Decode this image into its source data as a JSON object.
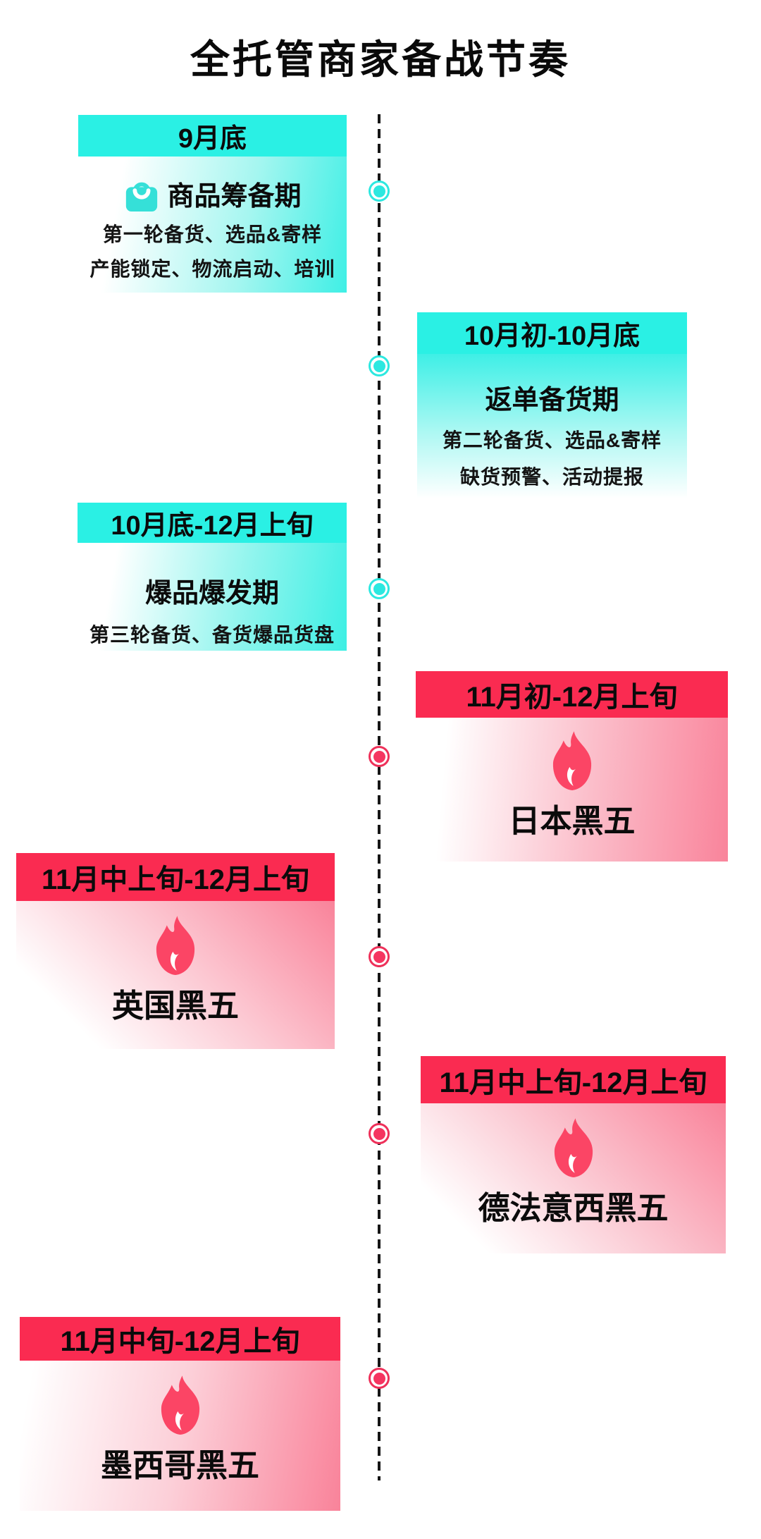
{
  "page": {
    "title": "全托管商家备战节奏"
  },
  "colors": {
    "cyan_accent": "#2AF0E4",
    "red_accent": "#FA2B51",
    "flame_pink": "#FB4565",
    "dot_cyan": "#2CE8E0",
    "dot_red": "#EE3059",
    "text": "#101010"
  },
  "timeline": {
    "dot_colors": [
      "cyan",
      "cyan",
      "cyan",
      "red",
      "red",
      "red",
      "red"
    ]
  },
  "cards": [
    {
      "period": "9月底",
      "title": "商品筹备期",
      "icon": "shopping-bag-icon",
      "lines": [
        "第一轮备货、选品&寄样",
        "产能锁定、物流启动、培训"
      ]
    },
    {
      "period": "10月初-10月底",
      "title": "返单备货期",
      "icon": "",
      "lines": [
        "第二轮备货、选品&寄样",
        "缺货预警、活动提报"
      ]
    },
    {
      "period": "10月底-12月上旬",
      "title": "爆品爆发期",
      "icon": "",
      "lines": [
        "第三轮备货、备货爆品货盘"
      ]
    },
    {
      "period": "11月初-12月上旬",
      "title": "日本黑五",
      "icon": "flame-icon",
      "lines": []
    },
    {
      "period": "11月中上旬-12月上旬",
      "title": "英国黑五",
      "icon": "flame-icon",
      "lines": []
    },
    {
      "period": "11月中上旬-12月上旬",
      "title": "德法意西黑五",
      "icon": "flame-icon",
      "lines": []
    },
    {
      "period": "11月中旬-12月上旬",
      "title": "墨西哥黑五",
      "icon": "flame-icon",
      "lines": []
    }
  ]
}
